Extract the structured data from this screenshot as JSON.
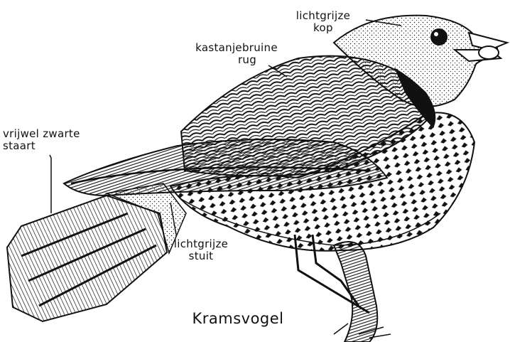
{
  "labels": {
    "head": [
      "lichtgrijze",
      "kop"
    ],
    "back": [
      "kastanjebruine",
      "rug"
    ],
    "tail": [
      "vrijwel zwarte",
      "staart"
    ],
    "rump": [
      "lichtgrijze",
      "stuit"
    ]
  },
  "caption": "Kramsvogel",
  "colors": {
    "ink": "#111111",
    "paper": "#ffffff"
  }
}
